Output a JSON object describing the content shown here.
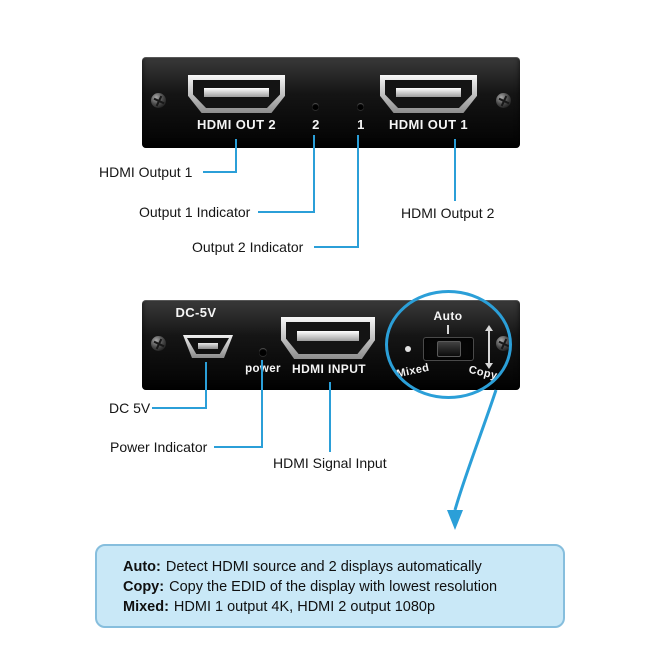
{
  "colors": {
    "accent": "#2b9fd8",
    "info-bg": "#c9e8f7",
    "info-border": "#86bedd"
  },
  "device": {
    "rear": {
      "out2_label": "HDMI OUT 2",
      "out1_label": "HDMI OUT 1",
      "indicator_2": "2",
      "indicator_1": "1"
    },
    "front": {
      "dc_label": "DC-5V",
      "power_label": "power",
      "hdmi_input_label": "HDMI INPUT",
      "switch_auto": "Auto",
      "switch_mixed": "Mixed",
      "switch_copy": "Copy"
    }
  },
  "callouts": {
    "hdmi_output_1": "HDMI Output 1",
    "output_1_indicator": "Output 1 Indicator",
    "output_2_indicator": "Output 2 Indicator",
    "hdmi_output_2": "HDMI Output 2",
    "dc_5v": "DC 5V",
    "power_indicator": "Power Indicator",
    "hdmi_signal_input": "HDMI Signal Input"
  },
  "info_box": {
    "lines": [
      {
        "term": "Auto:",
        "desc": "Detect HDMI source and 2 displays automatically"
      },
      {
        "term": "Copy:",
        "desc": "Copy the EDID of the display with lowest resolution"
      },
      {
        "term": "Mixed:",
        "desc": "HDMI 1 output 4K, HDMI 2 output 1080p"
      }
    ]
  }
}
